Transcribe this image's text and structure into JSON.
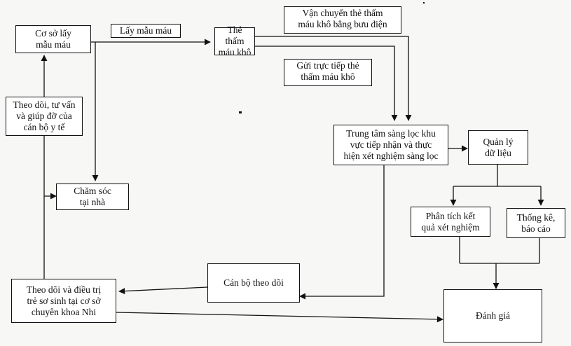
{
  "nodes": {
    "co_so_lay_mau": "Cơ sở lấy\nmẫu máu",
    "the_tham_mau_kho": "Thẻ thấm\nmáu khô",
    "trung_tam_sang_loc": "Trung tâm sàng lọc khu\nvực tiếp nhận và thực\nhiện xét nghiệm sàng lọc",
    "quan_ly_du_lieu": "Quản lý\ndữ liệu",
    "phan_tich_ket_qua": "Phân tích kết\nquả xét nghiệm",
    "thong_ke_bao_cao": "Thống kê,\nbáo cáo",
    "danh_gia": "Đánh giá",
    "can_bo_theo_doi": "Cán bộ theo dõi",
    "theo_doi_dieu_tri": "Theo dõi và điều trị\ntrẻ sơ sinh tại cơ sở\nchuyên khoa Nhi",
    "cham_soc_tai_nha": "Chăm sóc\ntại nhà",
    "theo_doi_tu_van": "Theo dõi, tư vấn\nvà giúp đỡ của\ncán bộ y tế"
  },
  "edge_labels": {
    "lay_mau_mau": "Lấy mẫu máu",
    "van_chuyen_buu_dien": "Vận chuyển thẻ thấm\nmáu khô bằng bưu điện",
    "gui_truc_tiep": "Gửi trực tiếp thẻ\nthấm máu khô"
  }
}
